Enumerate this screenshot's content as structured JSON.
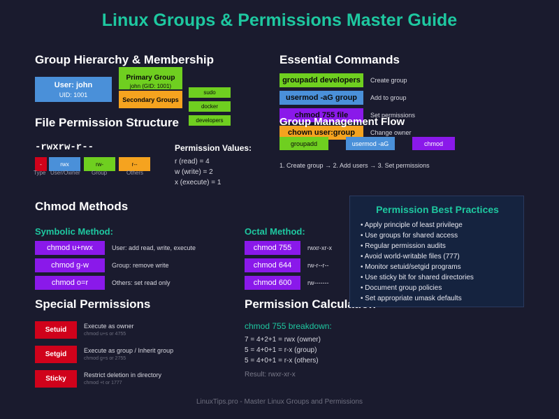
{
  "title": "Linux Groups & Permissions Master Guide",
  "hierarchy": {
    "heading": "Group Hierarchy & Membership",
    "user_name": "User: john",
    "user_uid": "UID: 1001",
    "primary_label": "Primary Group",
    "primary_detail": "john (GID: 1001)",
    "secondary_label": "Secondary Groups",
    "secondary_groups": [
      "sudo",
      "docker",
      "developers"
    ]
  },
  "commands": {
    "heading": "Essential Commands",
    "items": [
      {
        "cmd": "groupadd developers",
        "desc": "Create group"
      },
      {
        "cmd": "usermod -aG group",
        "desc": "Add to group"
      },
      {
        "cmd": "chmod 755 file",
        "desc": "Set permissions"
      },
      {
        "cmd": "chown user:group",
        "desc": "Change owner"
      }
    ]
  },
  "flow": {
    "heading": "Group Management Flow",
    "steps": [
      "groupadd",
      "usermod -aG",
      "chmod"
    ],
    "summary": "1. Create group → 2. Add users → 3. Set permissions"
  },
  "structure": {
    "heading": "File Permission Structure",
    "example": "-rwxrw-r--",
    "parts": [
      {
        "value": "-",
        "label": "Type"
      },
      {
        "value": "rwx",
        "label": "User/Owner"
      },
      {
        "value": "rw-",
        "label": "Group"
      },
      {
        "value": "r--",
        "label": "Others"
      }
    ],
    "values_heading": "Permission Values:",
    "values": [
      "r (read) = 4",
      "w (write) = 2",
      "x (execute) = 1"
    ]
  },
  "chmod": {
    "heading": "Chmod Methods",
    "symbolic_heading": "Symbolic Method:",
    "symbolic": [
      {
        "cmd": "chmod u+rwx",
        "desc": "User: add read, write, execute"
      },
      {
        "cmd": "chmod g-w",
        "desc": "Group: remove write"
      },
      {
        "cmd": "chmod o=r",
        "desc": "Others: set read only"
      }
    ],
    "octal_heading": "Octal Method:",
    "octal": [
      {
        "cmd": "chmod 755",
        "desc": "rwxr-xr-x"
      },
      {
        "cmd": "chmod 644",
        "desc": "rw-r--r--"
      },
      {
        "cmd": "chmod 600",
        "desc": "rw-------"
      }
    ]
  },
  "best_practices": {
    "heading": "Permission Best Practices",
    "items": [
      "• Apply principle of least privilege",
      "• Use groups for shared access",
      "• Regular permission audits",
      "• Avoid world-writable files (777)",
      "• Monitor setuid/setgid programs",
      "• Use sticky bit for shared directories",
      "• Document group policies",
      "• Set appropriate umask defaults"
    ]
  },
  "special": {
    "heading": "Special Permissions",
    "items": [
      {
        "name": "Setuid",
        "desc": "Execute as owner",
        "example": "chmod u+s or 4755"
      },
      {
        "name": "Setgid",
        "desc": "Execute as group / Inherit group",
        "example": "chmod g+s or 2755"
      },
      {
        "name": "Sticky",
        "desc": "Restrict deletion in directory",
        "example": "chmod +t or 1777"
      }
    ]
  },
  "calculation": {
    "heading": "Permission Calculation",
    "subheading": "chmod 755 breakdown:",
    "lines": [
      "7 = 4+2+1 = rwx (owner)",
      "5 = 4+0+1 = r-x (group)",
      "5 = 4+0+1 = r-x (others)"
    ],
    "result": "Result: rwxr-xr-x"
  },
  "footer": "LinuxTips.pro - Master Linux Groups and Permissions",
  "colors": {
    "background": "#1a1b2e",
    "accent": "#1ec8a0",
    "green": "#6fcf20",
    "blue": "#4a90d9",
    "purple": "#8a19ea",
    "orange": "#f5a31f",
    "red": "#d0021b"
  }
}
